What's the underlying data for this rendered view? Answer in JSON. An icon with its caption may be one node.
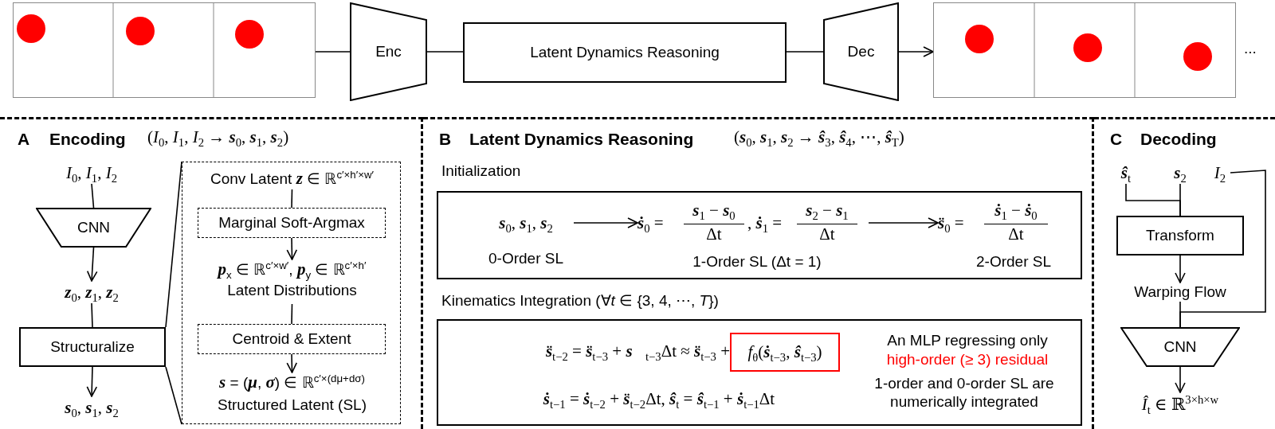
{
  "diagram": {
    "nodes": [
      {
        "text": [],
        "shape": "picture"
      },
      {
        "text": [
          "Enc"
        ]
      },
      {
        "text": [
          "Latent Dynamics Reasoning"
        ]
      },
      {
        "text": [
          "Dec"
        ]
      },
      {
        "text": [],
        "shape": "picture",
        "beside": [
          "..."
        ]
      },
      {
        "text": [
          "A",
          "Encoding",
          "(*I*$_{0}$, *I*$_{1}$, *I*$_{2}$ → **s**$_{0}$, **s**$_{1}$, **s**$_{2}$)"
        ]
      },
      {
        "text": [
          "*I*$_{0}$, *I*$_{1}$, *I*$_{2}$"
        ],
        "in": 5
      },
      {
        "text": [
          "CNN"
        ],
        "in": 5
      },
      {
        "text": [
          "**z**$_{0}$, **z**$_{1}$, **z**$_{2}$"
        ],
        "in": 5
      },
      {
        "text": [
          "Structuralize"
        ],
        "in": 5
      },
      {
        "text": [
          "**s**$_{0}$, **s**$_{1}$, **s**$_{2}$"
        ],
        "in": 5
      },
      {
        "text": [],
        "shape": "box",
        "in": 5
      },
      {
        "text": [
          "Conv Latent **z** ∈ ℝ$^{c′×h′×w′}$"
        ],
        "in": 11
      },
      {
        "text": [
          "Marginal Soft-Argmax"
        ],
        "in": 11
      },
      {
        "text": [
          "**p**$_{x}$ ∈ ℝ$^{c′×w′}$, **p**$_{y}$ ∈ ℝ$^{c′×h′}$",
          "Latent Distributions"
        ],
        "in": 11
      },
      {
        "text": [
          "Centroid & Extent"
        ],
        "in": 11
      },
      {
        "text": [
          "**s** = (**μ**, **σ**) ∈ ℝ$^{c′×(dμ+dσ)}$",
          "Structured Latent (SL)"
        ],
        "in": 11
      },
      {
        "text": [
          "B",
          "Latent Dynamics Reasoning",
          "(**s**$_{0}$, **s**$_{1}$, **s**$_{2}$ → **ŝ**$_{3}$, **ŝ**$_{4}$, ⋯, **ŝ**$_{T}$)"
        ]
      },
      {
        "text": [
          "Initialization"
        ],
        "in": 17
      },
      {
        "text": [
          "**s**$_{0}$, **s**$_{1}$, **s**$_{2}$",
          "0-Order SL"
        ],
        "in": 18
      },
      {
        "text": [
          "**ṡ**$_{0}$ =",
          "**s**$_{1}$ − **s**$_{0}$",
          "Δt",
          ", **ṡ**$_{1}$ =",
          "**s**$_{2}$ − **s**$_{1}$",
          "Δt",
          "1-Order SL (Δt = 1)"
        ],
        "in": 18
      },
      {
        "text": [
          "**s̈**$_{0}$ =",
          "**ṡ**$_{1}$ − **ṡ**$_{0}$",
          "Δt",
          "2-Order SL"
        ],
        "in": 18
      },
      {
        "text": [
          "Kinematics Integration (∀*t* ∈ {3, 4, ⋯, *T*})",
          "**s̈**$_{t−2}$ = **s̈**$_{t−3}$ + **s⃛**$_{t−3}$Δt ≈ **s̈**$_{t−3}$ +",
          "**ṡ**$_{t−1}$ = **ṡ**$_{t−2}$ + **s̈**$_{t−2}$Δt, **ŝ**$_{t}$ = **ŝ**$_{t−1}$ + **ṡ**$_{t−1}$Δt",
          "An MLP regressing only",
          "high-order (≥ 3) residual",
          "1-order and 0-order SL are numerically integrated"
        ],
        "in": 17
      },
      {
        "text": [
          "*f*$_{θ}$(**ṡ**$_{t−3}$, **ŝ**$_{t−3}$)"
        ],
        "in": 22
      },
      {
        "text": [
          "C",
          "Decoding"
        ]
      },
      {
        "text": [
          "**ŝ**$_{t}$"
        ],
        "in": 24
      },
      {
        "text": [
          "**s**$_{2}$"
        ],
        "in": 24
      },
      {
        "text": [
          "*I*$_{2}$"
        ],
        "in": 24
      },
      {
        "text": [
          "Transform"
        ],
        "in": 24
      },
      {
        "text": [
          "Warping Flow"
        ],
        "in": 24
      },
      {
        "text": [
          "CNN"
        ],
        "in": 24
      },
      {
        "text": [
          "*Î*$_{t}$ ∈ ℝ$^{3×h×w}$"
        ],
        "in": 24
      }
    ],
    "edges": [
      {
        "from": 0,
        "to": 1,
        "arrow": "none"
      },
      {
        "from": 1,
        "to": 2,
        "arrow": "none"
      },
      {
        "from": 2,
        "to": 3,
        "arrow": "none"
      },
      {
        "from": 3,
        "to": 4,
        "arrow": "to"
      },
      {
        "from": 6,
        "to": 7,
        "arrow": "none"
      },
      {
        "from": 7,
        "to": 8,
        "arrow": "to"
      },
      {
        "from": 8,
        "to": 9,
        "arrow": "none"
      },
      {
        "from": 9,
        "to": 10,
        "arrow": "to"
      },
      {
        "from": 9,
        "to": 11,
        "arrow": "none"
      },
      {
        "from": 9,
        "to": 11,
        "arrow": "none"
      },
      {
        "from": 12,
        "to": 13,
        "arrow": "none"
      },
      {
        "from": 13,
        "to": 14,
        "arrow": "to"
      },
      {
        "from": 14,
        "to": 15,
        "arrow": "none"
      },
      {
        "from": 15,
        "to": 16,
        "arrow": "to"
      },
      {
        "from": 19,
        "to": 20,
        "arrow": "to"
      },
      {
        "from": 20,
        "to": 21,
        "arrow": "to"
      },
      {
        "from": 25,
        "to": 28,
        "arrow": "none"
      },
      {
        "from": 26,
        "to": 28,
        "arrow": "none"
      },
      {
        "from": 28,
        "to": 29,
        "arrow": "to"
      },
      {
        "from": 29,
        "to": 30,
        "arrow": "none"
      },
      {
        "from": 27,
        "to": 30,
        "arrow": "none"
      },
      {
        "from": 30,
        "to": 31,
        "arrow": "to"
      }
    ]
  }
}
